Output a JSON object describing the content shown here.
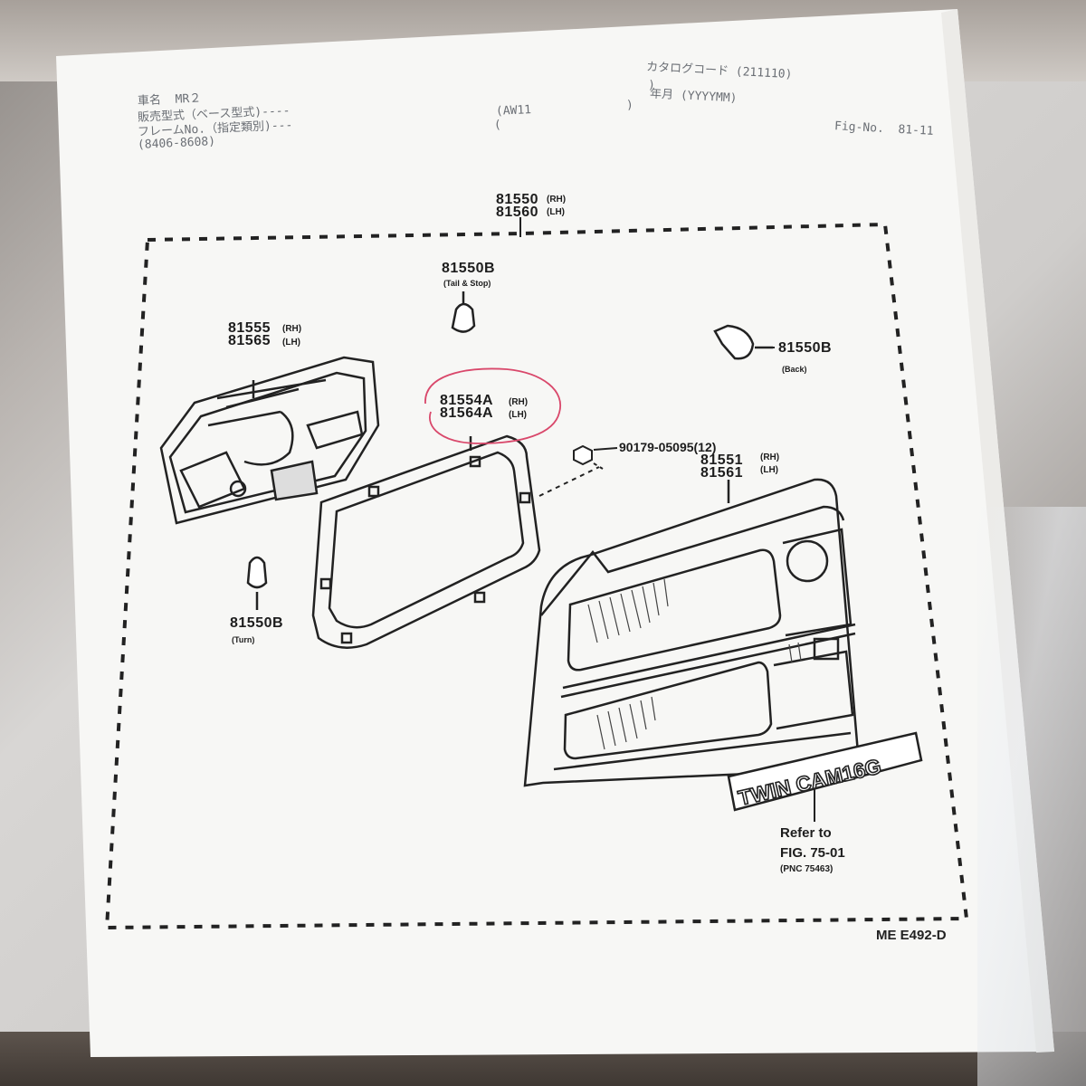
{
  "header": {
    "car_name": "車名  MR２",
    "sales_model": "販売型式（ベース型式)----",
    "frame_no": "フレームNo.（指定類別)---",
    "date_range": "(8406-8608)",
    "model_code_open": "(AW11",
    "model_code_close": ")",
    "frame_open": "(",
    "catalog_code": "カタログコード (211110)",
    "catalog_paren": ")",
    "year_month": "年月 (YYYYMM)",
    "fig_no": "Fig-No.  81-11"
  },
  "parts": {
    "assembly_rh": "81550",
    "assembly_rh_tag": "(RH)",
    "assembly_lh": "81560",
    "assembly_lh_tag": "(LH)",
    "bulb_tail": "81550B",
    "bulb_tail_sub": "(Tail & Stop)",
    "socket_rh": "81555",
    "socket_rh_tag": "(RH)",
    "socket_lh": "81565",
    "socket_lh_tag": "(LH)",
    "bulb_back": "81550B",
    "bulb_back_sub": "(Back)",
    "gasket_rh": "81554A",
    "gasket_rh_tag": "(RH)",
    "gasket_lh": "81564A",
    "gasket_lh_tag": "(LH)",
    "screw": "90179-05095(12)",
    "lens_rh": "81551",
    "lens_rh_tag": "(RH)",
    "lens_lh": "81561",
    "lens_lh_tag": "(LH)",
    "bulb_turn": "81550B",
    "bulb_turn_sub": "(Turn)",
    "emblem_text": "TWIN CAM16G",
    "refer_1": "Refer to",
    "refer_2": "FIG. 75-01",
    "refer_3": "(PNC 75463)"
  },
  "footer": {
    "code": "ME  E492-D"
  },
  "colors": {
    "paper": "#f7f7f5",
    "ink": "#1d1d1d",
    "circle": "#d9486b",
    "header_ink": "#6b6f75"
  }
}
